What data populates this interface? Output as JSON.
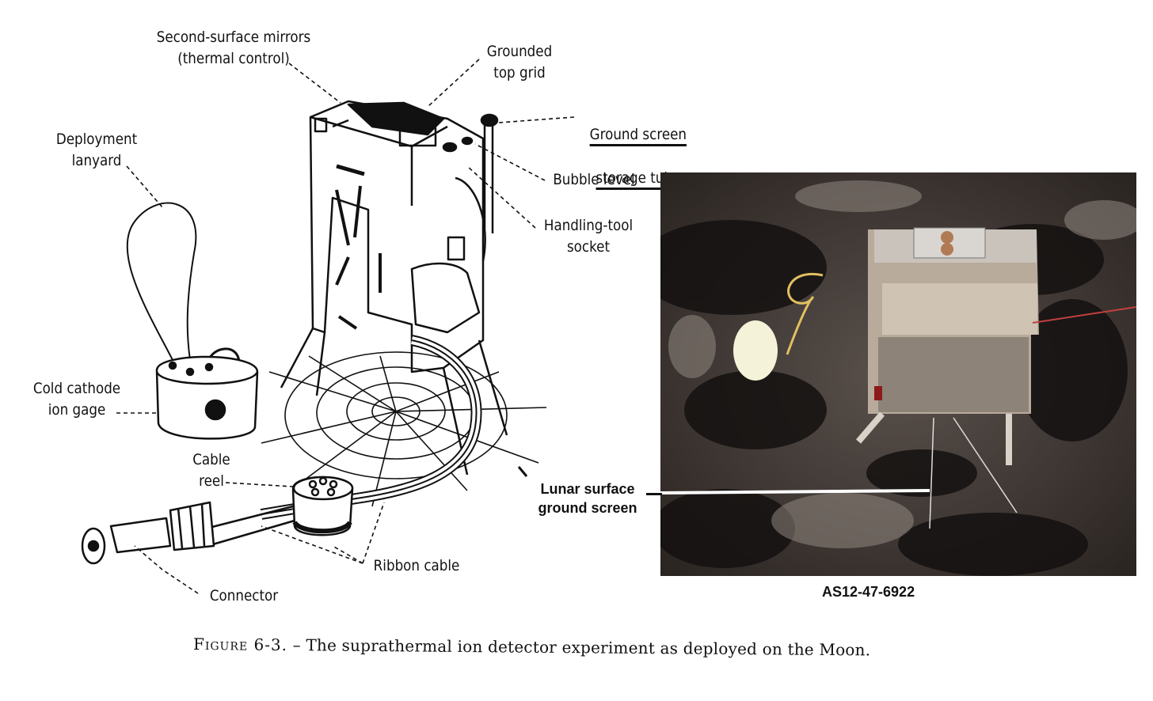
{
  "diagram": {
    "labels": {
      "mirrors": "Second-surface mirrors\n(thermal control)",
      "top_grid": "Grounded\ntop grid",
      "storage_tube_line1": "Ground screen",
      "storage_tube_line2": "storage tube",
      "bubble_level": "Bubble level",
      "handling_tool": "Handling-tool\nsocket",
      "lanyard": "Deployment\nlanyard",
      "ion_gage": "Cold cathode\nion gage",
      "cable_reel": "Cable\nreel",
      "ribbon_cable": "Ribbon cable",
      "connector": "Connector"
    }
  },
  "photo": {
    "label": "Lunar surface\nground screen",
    "id": "AS12-47-6922"
  },
  "caption": {
    "figure": "Figure 6-3.",
    "text": " – The suprathermal ion detector experiment as deployed on the Moon."
  }
}
